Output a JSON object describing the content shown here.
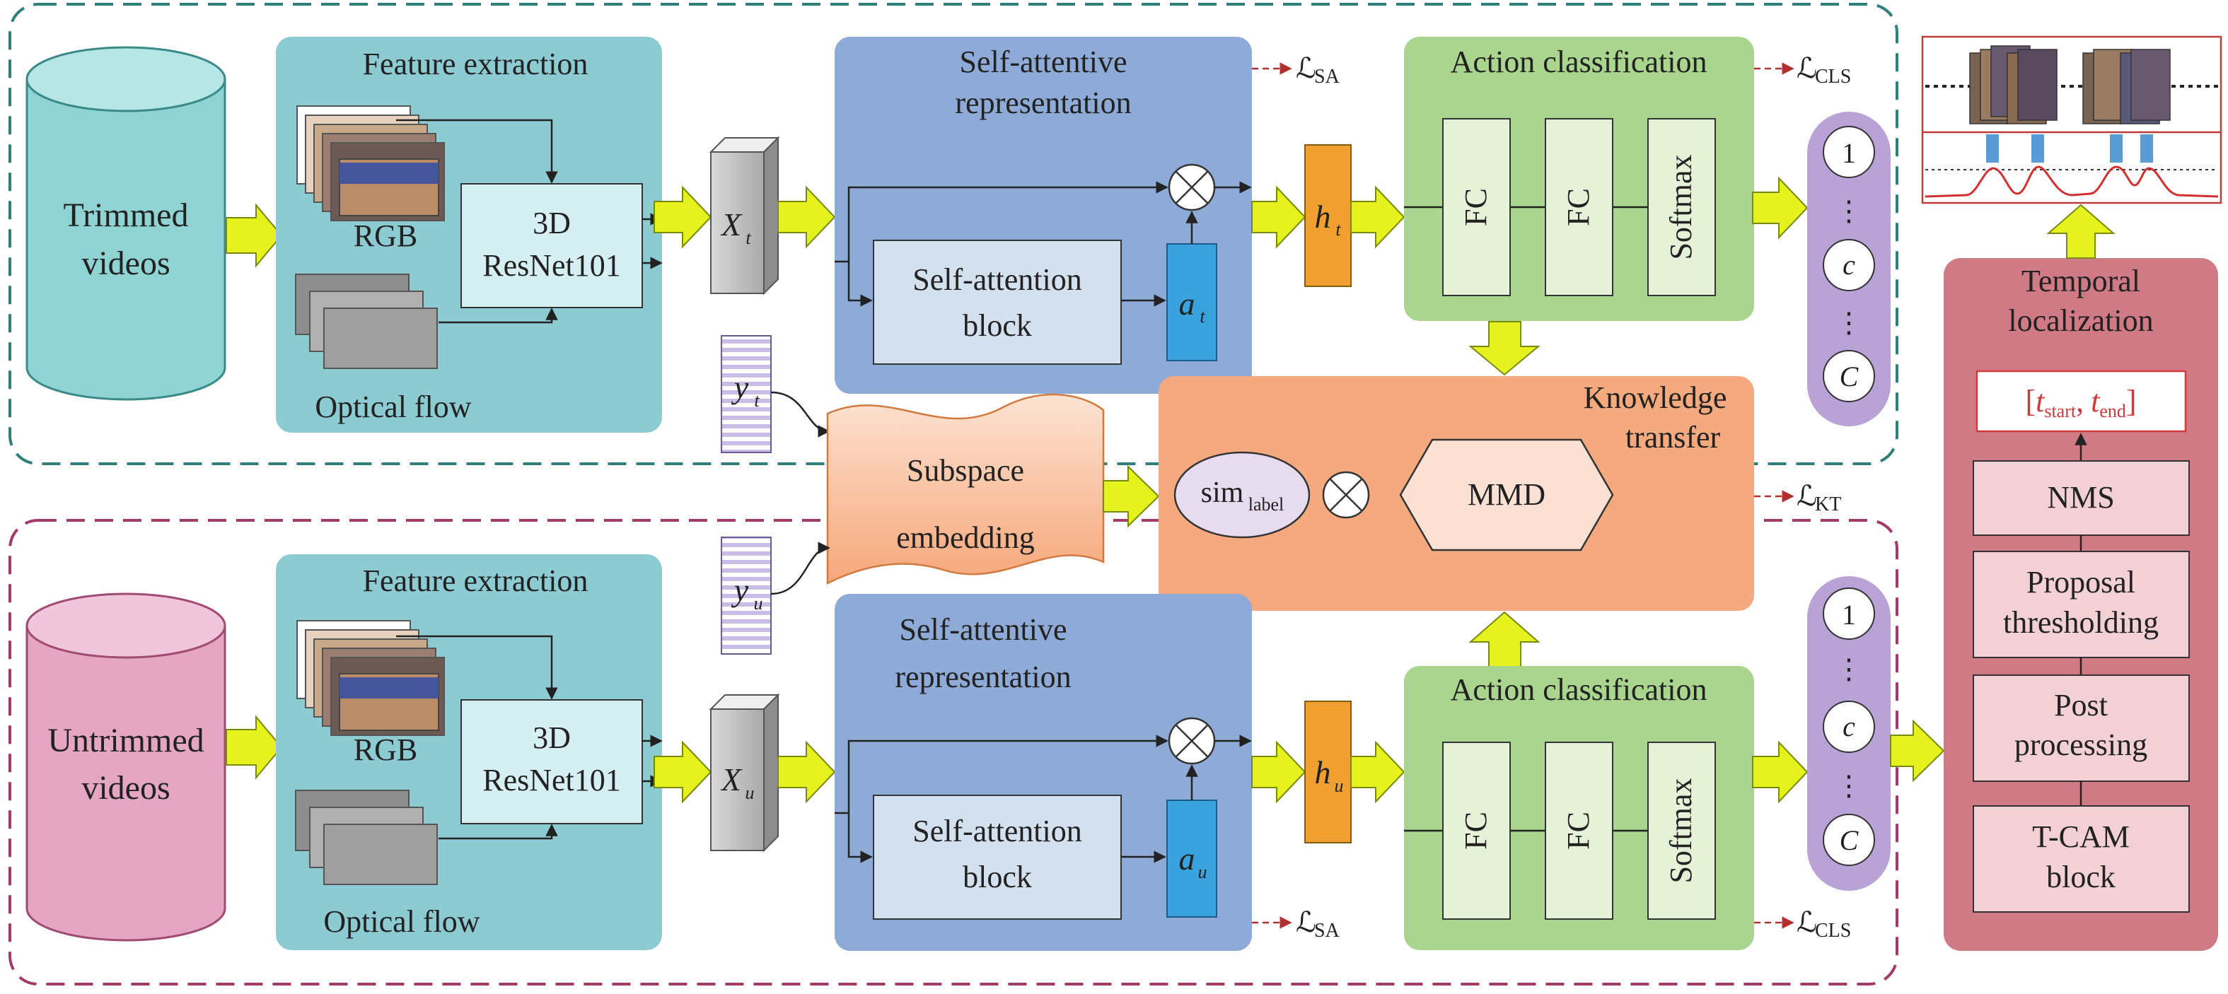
{
  "top_branch": {
    "input_label_1": "Trimmed",
    "input_label_2": "videos",
    "feature_title": "Feature extraction",
    "rgb_label": "RGB",
    "flow_label": "Optical flow",
    "resnet_label_1": "3D",
    "resnet_label_2": "ResNet101",
    "x_label": "X",
    "x_sub": "t",
    "sa_title_1": "Self-attentive",
    "sa_title_2": "representation",
    "sab_label_1": "Self-attention",
    "sab_label_2": "block",
    "a_label": "a",
    "a_sub": "t",
    "h_label": "h",
    "h_sub": "t",
    "y_label": "y",
    "y_sub": "t",
    "cls_title": "Action classification",
    "fc1": "FC",
    "fc2": "FC",
    "softmax": "Softmax",
    "out_1": "1",
    "out_c": "c",
    "out_C": "C",
    "loss_sa": "SA",
    "loss_cls": "CLS"
  },
  "bottom_branch": {
    "input_label_1": "Untrimmed",
    "input_label_2": "videos",
    "feature_title": "Feature extraction",
    "rgb_label": "RGB",
    "flow_label": "Optical flow",
    "resnet_label_1": "3D",
    "resnet_label_2": "ResNet101",
    "x_label": "X",
    "x_sub": "u",
    "sa_title_1": "Self-attentive",
    "sa_title_2": "representation",
    "sab_label_1": "Self-attention",
    "sab_label_2": "block",
    "a_label": "a",
    "a_sub": "u",
    "h_label": "h",
    "h_sub": "u",
    "y_label": "y",
    "y_sub": "u",
    "cls_title": "Action classification",
    "fc1": "FC",
    "fc2": "FC",
    "softmax": "Softmax",
    "out_1": "1",
    "out_c": "c",
    "out_C": "C",
    "loss_sa": "SA",
    "loss_cls": "CLS"
  },
  "subspace": {
    "label_1": "Subspace",
    "label_2": "embedding"
  },
  "knowledge_transfer": {
    "title_1": "Knowledge",
    "title_2": "transfer",
    "sim": "sim",
    "sim_sub": "label",
    "mmd": "MMD",
    "loss_kt": "KT"
  },
  "loss_symbol": "ℒ",
  "temporal_localization": {
    "title_1": "Temporal",
    "title_2": "localization",
    "interval_open": "[",
    "t_start": "t",
    "t_start_sub": "start",
    "sep": ",",
    "t_end": "t",
    "t_end_sub": "end",
    "interval_close": "]",
    "nms": "NMS",
    "proposal_1": "Proposal",
    "proposal_2": "thresholding",
    "post_1": "Post",
    "post_2": "processing",
    "tcam_1": "T-CAM",
    "tcam_2": "block"
  },
  "colors": {
    "top_cylinder": "#8fd3d3",
    "bottom_cylinder": "#e5a6c4",
    "feature_panel": "#8dcbd3",
    "sa_panel": "#8eaad6",
    "cls_panel": "#aad58e",
    "kt_panel": "#f4a97e",
    "tl_panel": "#d07a86",
    "purple_bar": "#b9a2d6",
    "yellow_arrow": "#e6f21e",
    "h_box": "#f0a030",
    "a_box": "#3aa2dd",
    "top_dashed": "#2f7f7a",
    "bottom_dashed": "#a33a6a",
    "red_text": "#d03a3a"
  }
}
